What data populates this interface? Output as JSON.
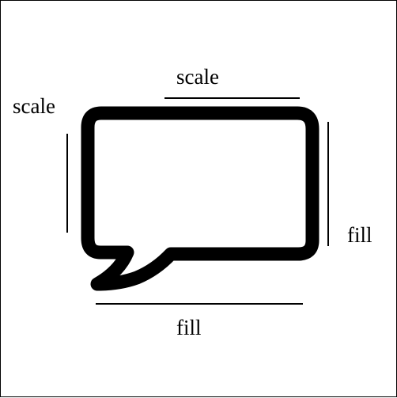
{
  "labels": {
    "top": "scale",
    "left": "scale",
    "right": "fill",
    "bottom": "fill"
  },
  "colors": {
    "stroke": "#000000",
    "background": "#ffffff"
  }
}
